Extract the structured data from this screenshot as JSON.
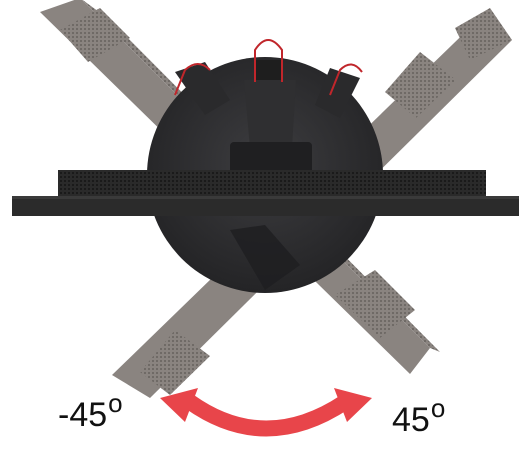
{
  "labels": {
    "left_angle": "-45",
    "right_angle": "45",
    "degree_symbol": "o"
  },
  "colors": {
    "background": "#ffffff",
    "monitor_body": "#2b2b2b",
    "ghost_panel": "#8a8480",
    "ghost_panel_edge": "#6f6a66",
    "stand_base": "#2e2e30",
    "rotation_arrow": "#e8454a",
    "highlight_outline": "#c0262b"
  },
  "icons": {
    "rotation_arrow": "curved-double-arrow-icon",
    "pivot_highlight": "red-outline-highlight"
  }
}
